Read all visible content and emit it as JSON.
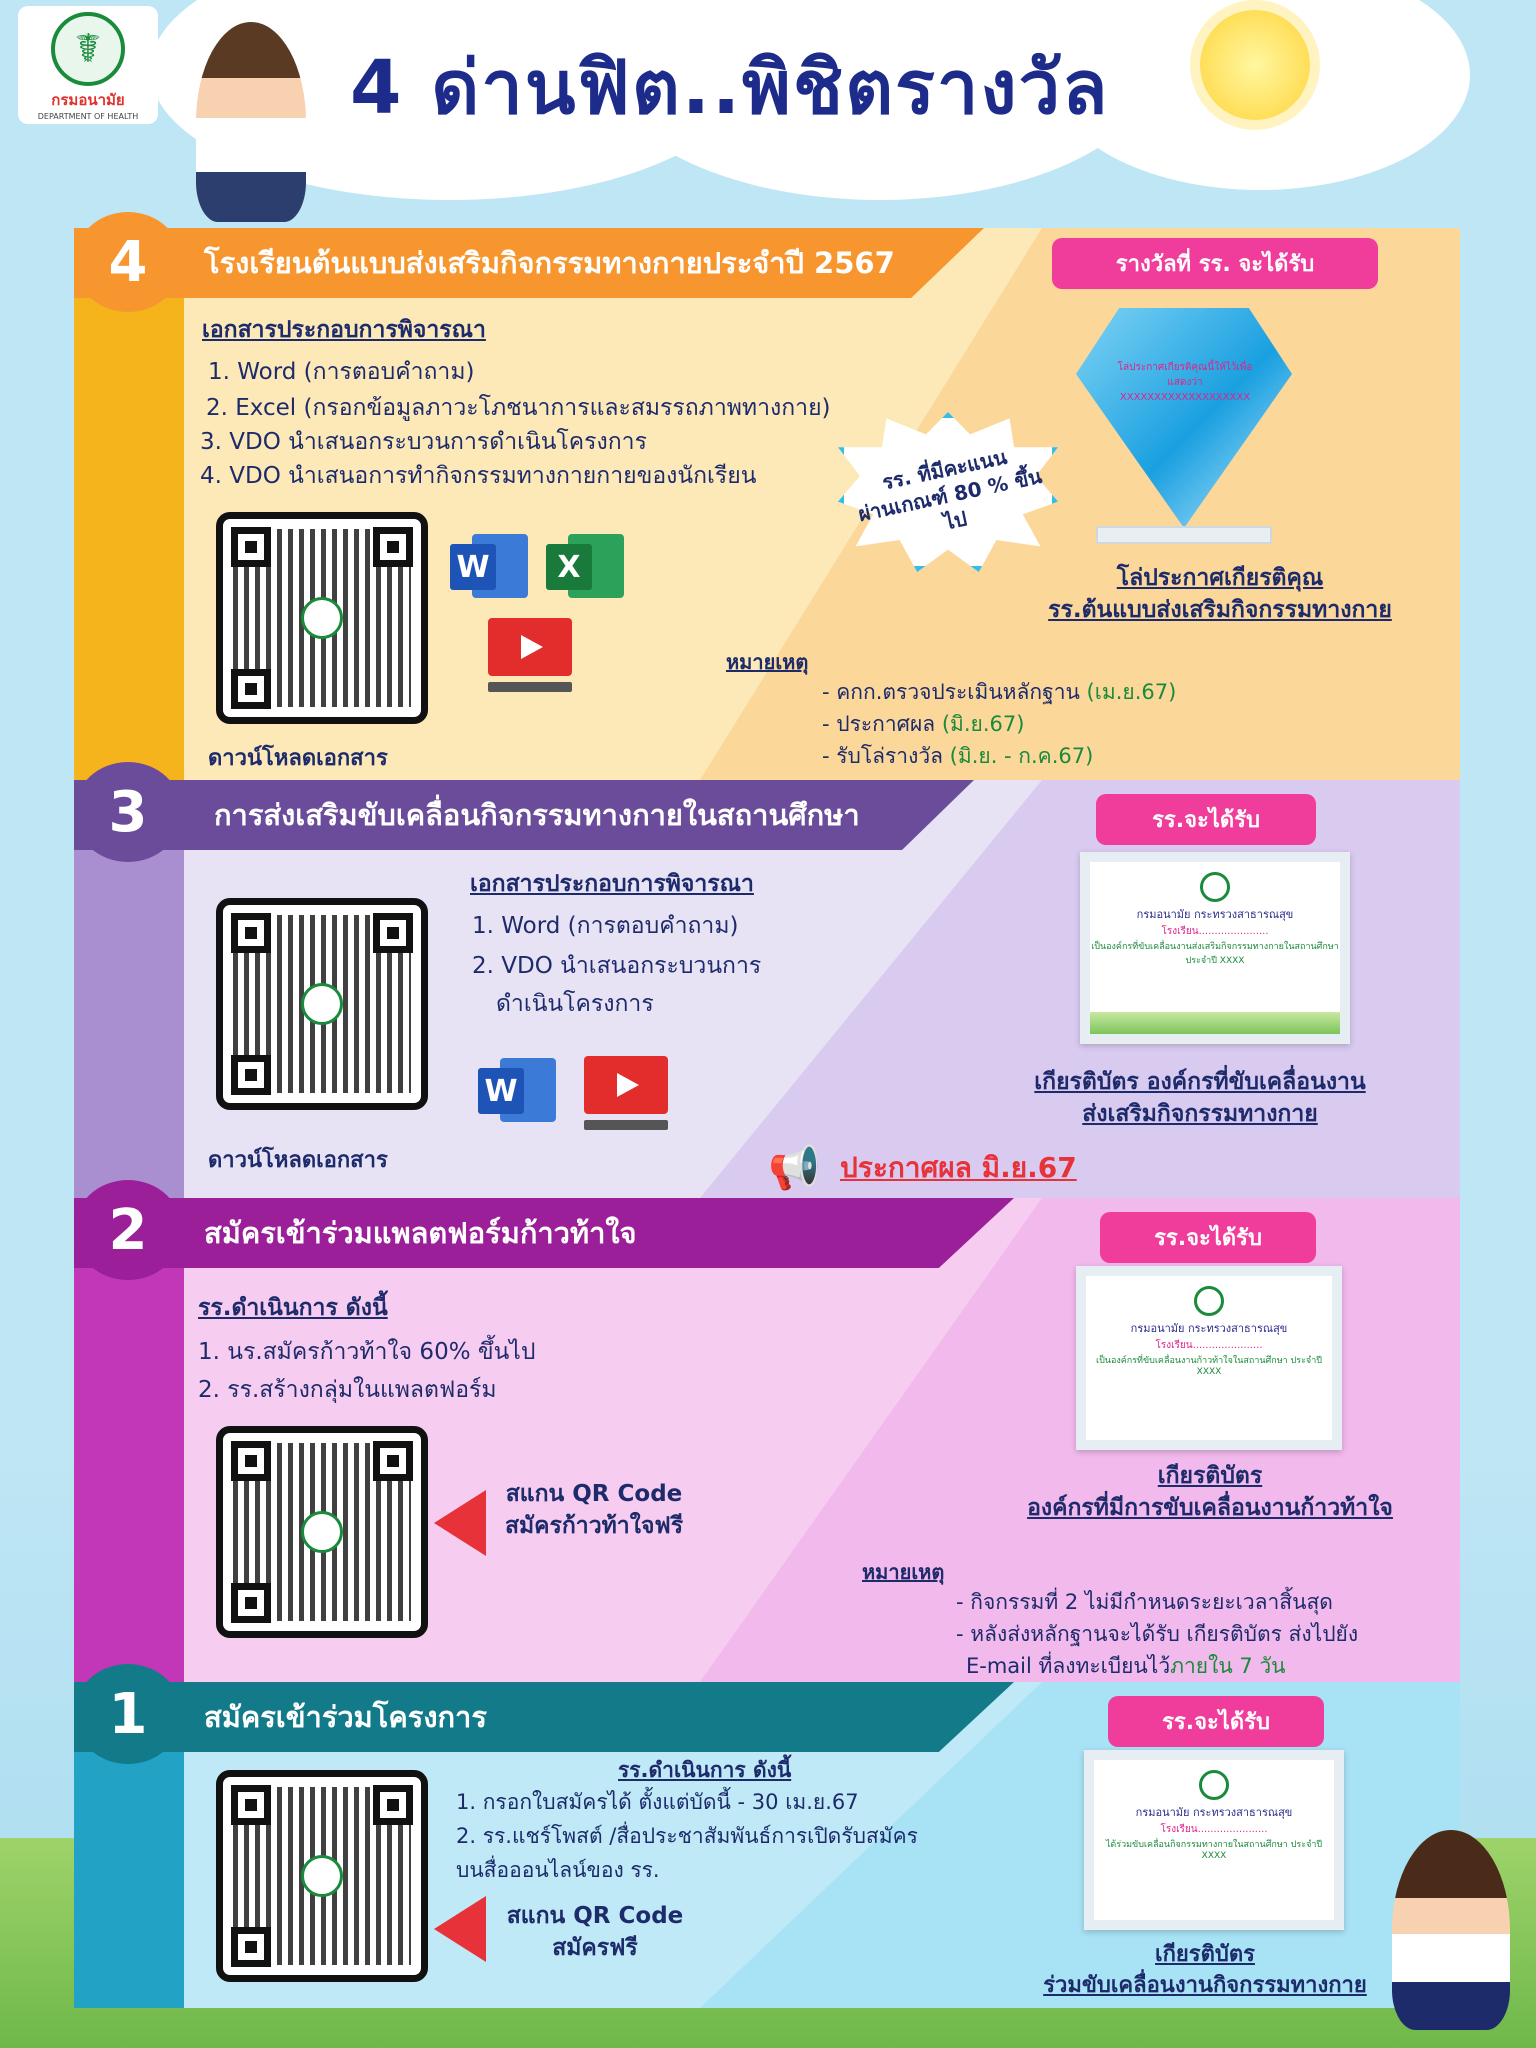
{
  "header": {
    "title": "4 ด่านฟิต..พิชิตรางวัล",
    "logo_name": "กรมอนามัย",
    "logo_sub": "DEPARTMENT OF HEALTH"
  },
  "level4": {
    "number": "4",
    "title": "โรงเรียนต้นแบบส่งเสริมกิจกรรมทางกายประจำปี 2567",
    "docs_heading": "เอกสารประกอบการพิจารณา",
    "docs": [
      "1. Word (การตอบคำถาม)",
      "2. Excel (กรอกข้อมูลภาวะโภชนาการและสมรรถภาพทางกาย)",
      "3. VDO นำเสนอกระบวนการดำเนินโครงการ",
      "4. VDO นำเสนอการทำกิจกรรมทางกายกายของนักเรียน"
    ],
    "download_label": "ดาวน์โหลดเอกสาร",
    "reward_pill": "รางวัลที่ รร. จะได้รับ",
    "burst_line1": "รร. ที่มีคะแนน",
    "burst_line2": "ผ่านเกณฑ์ 80 % ขึ้นไป",
    "award_line1": "โล่ประกาศเกียรติคุณ",
    "award_line2": "รร.ต้นแบบส่งเสริมกิจกรรมทางกาย",
    "note_heading": "หมายเหตุ",
    "notes": [
      {
        "text": "- คกก.ตรวจประเมินหลักฐาน ",
        "date": "(เม.ย.67)"
      },
      {
        "text": "- ประกาศผล ",
        "date": "(มิ.ย.67)"
      },
      {
        "text": "- รับโล่รางวัล ",
        "date": "(มิ.ย. - ก.ค.67)"
      }
    ],
    "trophy_text": "โล่ประกาศเกียรติคุณนี้ให้ไว้เพื่อแสดงว่า XXXXXXXXXXXXXXXXXXX"
  },
  "level3": {
    "number": "3",
    "title": "การส่งเสริมขับเคลื่อนกิจกรรมทางกายในสถานศึกษา",
    "docs_heading": "เอกสารประกอบการพิจารณา",
    "doc1": "1. Word (การตอบคำถาม)",
    "doc2_line1": "2. VDO นำเสนอกระบวนการ",
    "doc2_line2": "ดำเนินโครงการ",
    "download_label": "ดาวน์โหลดเอกสาร",
    "reward_pill": "รร.จะได้รับ",
    "award_line1": "เกียรติบัตร องค์กรที่ขับเคลื่อนงาน",
    "award_line2": "ส่งเสริมกิจกรรมทางกาย",
    "announce": "ประกาศผล มิ.ย.67",
    "cert_org": "กรมอนามัย กระทรวงสาธารณสุข",
    "cert_school": "โรงเรียน......................",
    "cert_desc": "เป็นองค์กรที่ขับเคลื่อนงานส่งเสริมกิจกรรมทางกายในสถานศึกษา ประจำปี XXXX"
  },
  "level2": {
    "number": "2",
    "title": "สมัครเข้าร่วมแพลตฟอร์มก้าวท้าใจ",
    "steps_heading": "รร.ดำเนินการ ดังนี้",
    "steps": [
      "1. นร.สมัครก้าวท้าใจ 60% ขึ้นไป",
      "2. รร.สร้างกลุ่มในแพลตฟอร์ม"
    ],
    "scan_line1": "สแกน QR Code",
    "scan_line2": "สมัครก้าวท้าใจฟรี",
    "reward_pill": "รร.จะได้รับ",
    "award_line1": "เกียรติบัตร",
    "award_line2": "องค์กรที่มีการขับเคลื่อนงานก้าวท้าใจ",
    "note_heading": "หมายเหตุ",
    "note1": "- กิจกรรมที่ 2 ไม่มีกำหนดระยะเวลาสิ้นสุด",
    "note2": "- หลังส่งหลักฐานจะได้รับ เกียรติบัตร ส่งไปยัง",
    "note3a": "E-mail ที่ลงทะเบียนไว้",
    "note3b": "ภายใน 7 วัน",
    "cert_org": "กรมอนามัย กระทรวงสาธารณสุข",
    "cert_school": "โรงเรียน......................",
    "cert_desc": "เป็นองค์กรที่ขับเคลื่อนงานก้าวท้าใจในสถานศึกษา ประจำปี XXXX"
  },
  "level1": {
    "number": "1",
    "title": "สมัครเข้าร่วมโครงการ",
    "steps_heading": "รร.ดำเนินการ ดังนี้",
    "steps": [
      "1. กรอกใบสมัครได้ ตั้งแต่บัดนี้ - 30 เม.ย.67",
      "2. รร.แชร์โพสต์ /สื่อประชาสัมพันธ์การเปิดรับสมัคร",
      "บนสื่อออนไลน์ของ รร."
    ],
    "scan_line1": "สแกน QR Code",
    "scan_line2": "สมัครฟรี",
    "reward_pill": "รร.จะได้รับ",
    "award_line1": "เกียรติบัตร",
    "award_line2": "ร่วมขับเคลื่อนงานกิจกรรมทางกาย",
    "cert_org": "กรมอนามัย กระทรวงสาธารณสุข",
    "cert_school": "โรงเรียน......................",
    "cert_desc": "ได้ร่วมขับเคลื่อนกิจกรรมทางกายในสถานศึกษา ประจำปี XXXX"
  },
  "colors": {
    "level4_accent": "#f7962f",
    "level3_accent": "#6b4c9a",
    "level2_accent": "#9b1f99",
    "level1_accent": "#137a8a",
    "pill": "#f03c9b"
  }
}
